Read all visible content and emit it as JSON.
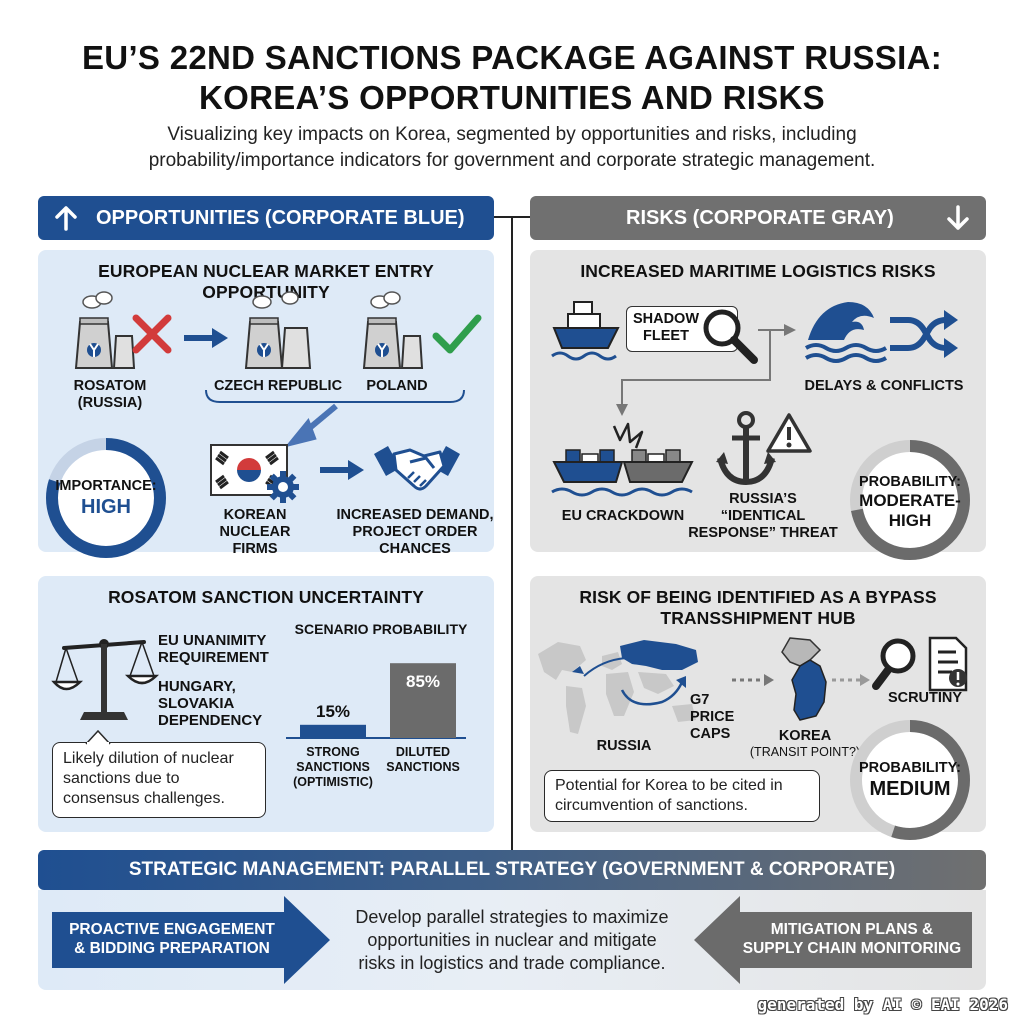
{
  "title": {
    "line1": "EU’S 22ND SANCTIONS PACKAGE AGAINST RUSSIA:",
    "line2": "KOREA’S OPPORTUNITIES AND RISKS"
  },
  "subtitle": {
    "line1": "Visualizing key impacts on Korea, segmented by opportunities and risks, including",
    "line2": "probability/importance indicators for government and corporate strategic management."
  },
  "opportunities": {
    "header": "OPPORTUNITIES (CORPORATE BLUE)",
    "nuclear": {
      "title": "EUROPEAN NUCLEAR MARKET ENTRY OPPORTUNITY",
      "rosatom_label_1": "ROSATOM",
      "rosatom_label_2": "(RUSSIA)",
      "czech_label": "CZECH REPUBLIC",
      "poland_label": "POLAND",
      "importance_label": "IMPORTANCE:",
      "importance_value": "HIGH",
      "korean_label_1": "KOREAN",
      "korean_label_2": "NUCLEAR FIRMS",
      "demand_label_1": "INCREASED DEMAND,",
      "demand_label_2": "PROJECT ORDER",
      "demand_label_3": "CHANCES"
    },
    "rosatom": {
      "title": "ROSATOM SANCTION UNCERTAINTY",
      "eu_label_1": "EU UNANIMITY",
      "eu_label_2": "REQUIREMENT",
      "hungary_label_1": "HUNGARY,",
      "hungary_label_2": "SLOVAKIA",
      "hungary_label_3": "DEPENDENCY",
      "callout_1": "Likely dilution of nuclear",
      "callout_2": "sanctions due to",
      "callout_3": "consensus challenges.",
      "chart_title": "SCENARIO PROBABILITY"
    }
  },
  "risks": {
    "header": "RISKS (CORPORATE GRAY)",
    "maritime": {
      "title": "INCREASED MARITIME LOGISTICS RISKS",
      "shadow_label_1": "SHADOW",
      "shadow_label_2": "FLEET",
      "delays_label": "DELAYS & CONFLICTS",
      "crackdown_label": "EU CRACKDOWN",
      "threat_label_1": "RUSSIA’S",
      "threat_label_2": "“IDENTICAL",
      "threat_label_3": "RESPONSE” THREAT",
      "probability_label": "PROBABILITY:",
      "probability_value_1": "MODERATE-",
      "probability_value_2": "HIGH"
    },
    "bypass": {
      "title_1": "RISK OF BEING IDENTIFIED AS A BYPASS",
      "title_2": "TRANSSHIPMENT HUB",
      "russia_label": "RUSSIA",
      "g7_label_1": "G7",
      "g7_label_2": "PRICE",
      "g7_label_3": "CAPS",
      "korea_label": "KOREA",
      "transit_label": "(TRANSIT POINT?)",
      "scrutiny_label": "SCRUTINY",
      "callout_1": "Potential for Korea to be cited in",
      "callout_2": "circumvention of sanctions.",
      "probability_label": "PROBABILITY:",
      "probability_value": "MEDIUM"
    }
  },
  "strategy": {
    "header": "STRATEGIC MANAGEMENT: PARALLEL STRATEGY (GOVERNMENT & CORPORATE)",
    "left_1": "PROACTIVE ENGAGEMENT",
    "left_2": "& BIDDING PREPARATION",
    "center_1": "Develop parallel strategies to maximize",
    "center_2": "opportunities in nuclear and mitigate",
    "center_3": "risks in logistics and trade compliance.",
    "right_1": "MITIGATION PLANS &",
    "right_2": "SUPPLY CHAIN MONITORING"
  },
  "footer": "generated by AI © EAI 2026",
  "chart_data": {
    "type": "bar",
    "title": "SCENARIO PROBABILITY",
    "categories": [
      "STRONG SANCTIONS (OPTIMISTIC)",
      "DILUTED SANCTIONS"
    ],
    "category_lines": [
      [
        "STRONG",
        "SANCTIONS",
        "(OPTIMISTIC)"
      ],
      [
        "DILUTED",
        "SANCTIONS"
      ]
    ],
    "values": [
      15,
      85
    ],
    "value_labels": [
      "15%",
      "85%"
    ],
    "colors": [
      "#1f4f91",
      "#6b6b6b"
    ],
    "ylim": [
      0,
      100
    ]
  },
  "colors": {
    "blue": "#1f4f91",
    "gray": "#707070",
    "light_blue": "#deeaf7",
    "light_gray": "#e4e4e4",
    "red": "#d23b3b",
    "green": "#2f9e4c"
  },
  "indicators": {
    "importance_fraction": 0.8,
    "maritime_probability_fraction": 0.72,
    "bypass_probability_fraction": 0.55
  }
}
